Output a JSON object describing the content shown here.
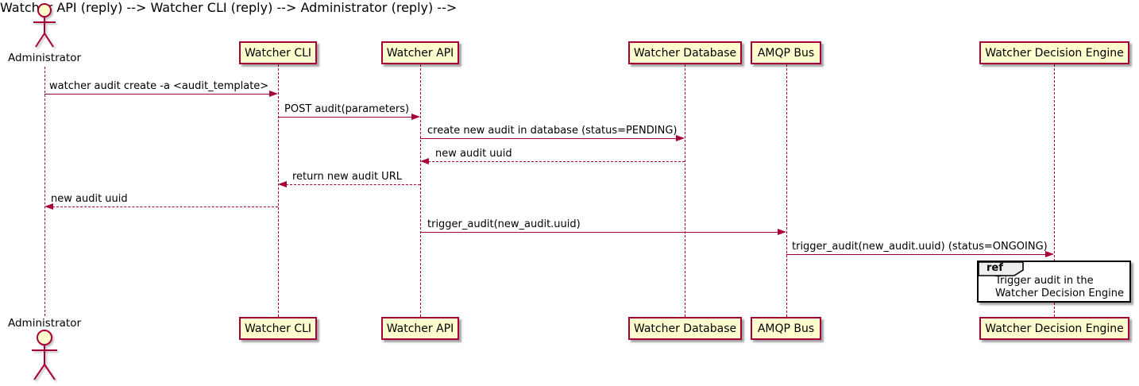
{
  "diagram": {
    "kind": "sequence-diagram",
    "actor": {
      "label": "Administrator"
    },
    "participants": [
      {
        "label": "Watcher CLI"
      },
      {
        "label": "Watcher API"
      },
      {
        "label": "Watcher Database"
      },
      {
        "label": "AMQP Bus"
      },
      {
        "label": "Watcher Decision Engine"
      }
    ],
    "messages": [
      {
        "from": "Administrator",
        "to": "Watcher CLI",
        "text": "watcher audit create -a <audit_template>",
        "line": "solid"
      },
      {
        "from": "Watcher CLI",
        "to": "Watcher API",
        "text": "POST audit(parameters)",
        "line": "solid"
      },
      {
        "from": "Watcher API",
        "to": "Watcher Database",
        "text": "create new audit in database (status=PENDING)",
        "line": "solid"
      },
      {
        "from": "Watcher Database",
        "to": "Watcher API",
        "text": "new audit uuid",
        "line": "dashed"
      },
      {
        "from": "Watcher API",
        "to": "Watcher CLI",
        "text": "return new audit URL",
        "line": "dashed"
      },
      {
        "from": "Watcher CLI",
        "to": "Administrator",
        "text": "new audit uuid",
        "line": "dashed"
      },
      {
        "from": "Watcher API",
        "to": "AMQP Bus",
        "text": "trigger_audit(new_audit.uuid)",
        "line": "solid"
      },
      {
        "from": "AMQP Bus",
        "to": "Watcher Decision Engine",
        "text": "trigger_audit(new_audit.uuid) (status=ONGOING)",
        "line": "solid"
      }
    ],
    "ref_fragment": {
      "keyword": "ref",
      "over": "Watcher Decision Engine",
      "lines": [
        "Trigger audit in the",
        "Watcher Decision Engine"
      ]
    },
    "colors": {
      "participant_fill": "#FEFECE",
      "participant_border": "#A80036",
      "arrow": "#A80036",
      "lifeline": "#A80036",
      "ref_border": "#000000",
      "ref_tab_fill": "#EEEEEE",
      "text": "#000000",
      "background": "#FFFFFF"
    }
  }
}
